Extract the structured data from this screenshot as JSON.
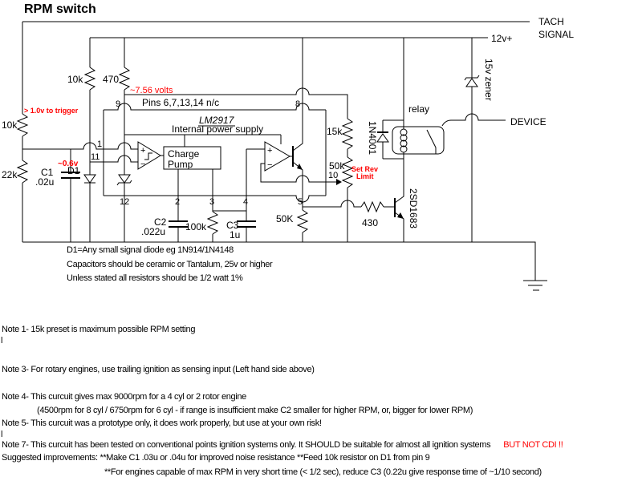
{
  "title": "RPM switch",
  "labels": {
    "tach1": "TACH",
    "tach2": "SIGNAL",
    "supply": "12v+",
    "device": "DEVICE",
    "relay": "relay",
    "zener": "15v zener",
    "flyback": "1N4001",
    "transistor": "2SD1683"
  },
  "ic": {
    "name": "LM2917",
    "supply_rail": "Internal power supply",
    "nc": "Pins 6,7,13,14 n/c",
    "cp1": "Charge",
    "cp2": "Pump",
    "plus": "+",
    "minus": "−",
    "p1": "1",
    "p11": "11",
    "p9": "9",
    "p8": "8",
    "p10": "10",
    "p12": "12",
    "p2": "2",
    "p3": "3",
    "p4": "4",
    "p5": "5"
  },
  "parts": {
    "r_input": "10k",
    "r_lower": "22k",
    "r_pullup": "10k",
    "r_supply": "470",
    "r_15k": "15k",
    "pot_50k": "50k",
    "r_100k": "100k",
    "r_50K": "50K",
    "r_430": "430",
    "c1": "C1",
    "c1v": ".02u",
    "c2": "C2",
    "c2v": ".022u",
    "c3": "C3",
    "c3v": "1u",
    "d1": "D1"
  },
  "red": {
    "color": "#ff0000",
    "trigger": "> 1.0v to trigger",
    "v756": "~7.56 volts",
    "v06": "~0.6v",
    "rev1": "Set Rev",
    "rev2": "Limit",
    "cdi": "BUT NOT CDI !!"
  },
  "notes": {
    "d1_note": "D1=Any small signal diode eg 1N914/1N4148",
    "cap_note": "Capacitors should be ceramic or Tantalum, 25v or higher",
    "res_note": "Unless stated all resistors should be 1/2 watt 1%",
    "note1": "Note 1- 15k preset is maximum possible RPM setting",
    "cursor1": "l",
    "note3": "Note 3- For rotary engines, use trailing ignition as sensing input (Left hand side above)",
    "note4": "Note 4- This curcuit gives max 9000rpm for a 4 cyl or 2 rotor engine",
    "note4b": "(4500rpm for 8 cyl / 6750rpm for 6 cyl - if range is insufficient make C2 smaller for higher RPM, or, bigger for lower RPM)",
    "note5": "Note 5- This curcuit was a prototype only, it does work properly, but use at your own risk!",
    "cursor2": "l",
    "note7": "Note 7- This curcuit has been tested on conventional points ignition systems only. It SHOULD be suitable for almost all ignition systems",
    "suggested": "Suggested improvements: **Make C1 .03u or .04u for improved noise resistance **Feed 10k resistor on D1 from pin 9",
    "suggested2": "**For engines capable of max RPM in very short time (< 1/2 sec), reduce C3 (0.22u give response time of ~1/10 second)"
  }
}
